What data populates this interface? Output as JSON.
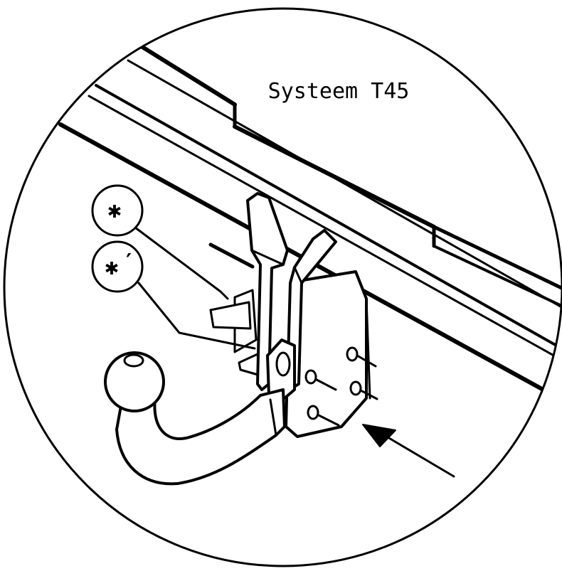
{
  "diagram": {
    "title": "Systeem T45",
    "callouts": [
      {
        "id": "star",
        "symbol": "✱"
      },
      {
        "id": "star-prime",
        "symbol": "✱",
        "mark": "′"
      }
    ],
    "colors": {
      "stroke": "#000000",
      "fill": "#ffffff",
      "background": "#ffffff"
    }
  }
}
